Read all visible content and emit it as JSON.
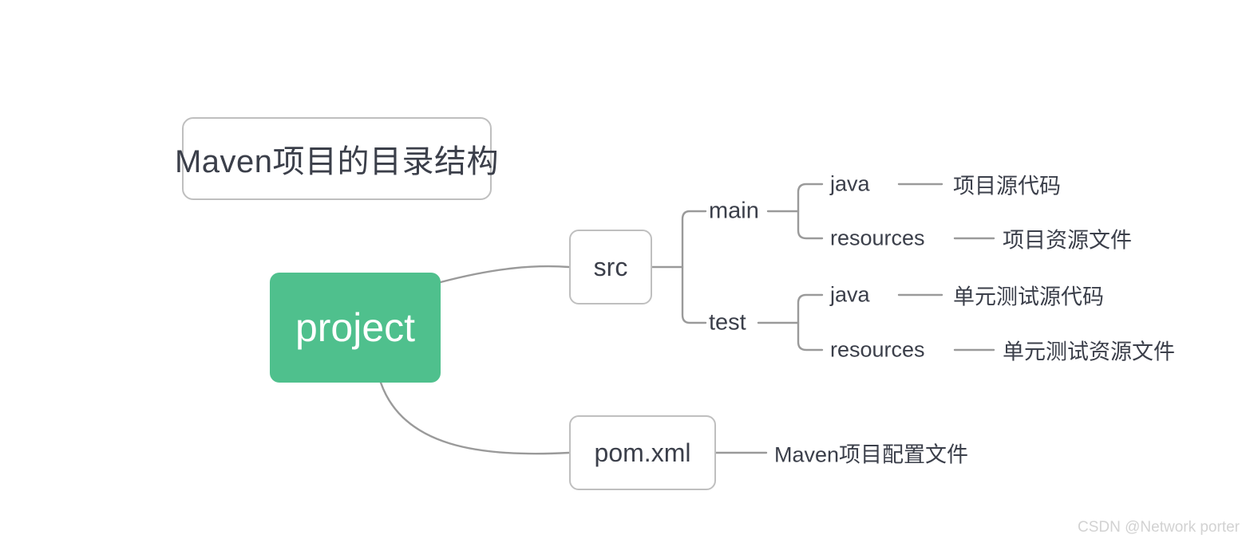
{
  "diagram": {
    "title_box": {
      "label": "Maven项目的目录结构"
    },
    "root": {
      "label": "project",
      "color": "#4fc08d"
    },
    "branches": [
      {
        "label": "src",
        "type": "box",
        "children": [
          {
            "label": "main",
            "children": [
              {
                "label": "java",
                "description": "项目源代码"
              },
              {
                "label": "resources",
                "description": "项目资源文件"
              }
            ]
          },
          {
            "label": "test",
            "children": [
              {
                "label": "java",
                "description": "单元测试源代码"
              },
              {
                "label": "resources",
                "description": "单元测试资源文件"
              }
            ]
          }
        ]
      },
      {
        "label": "pom.xml",
        "type": "box",
        "description": "Maven项目配置文件"
      }
    ],
    "watermark": "CSDN @Network porter",
    "line_color": "#9a9a9a",
    "box_border_color": "#bfbfbf",
    "text_color": "#3b3f4a"
  }
}
